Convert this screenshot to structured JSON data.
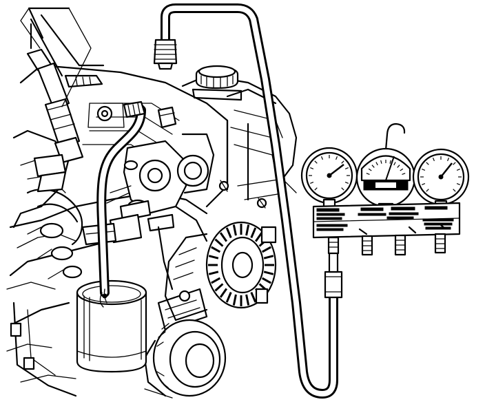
{
  "figure": {
    "colors": {
      "ink": "#000000",
      "paper": "#ffffff"
    },
    "components": {
      "engine": "engine-block",
      "alternator": "alternator",
      "canister": "fuel-canister",
      "hose": "fuel-hose",
      "gauge_set": "manifold-gauge-set"
    }
  }
}
